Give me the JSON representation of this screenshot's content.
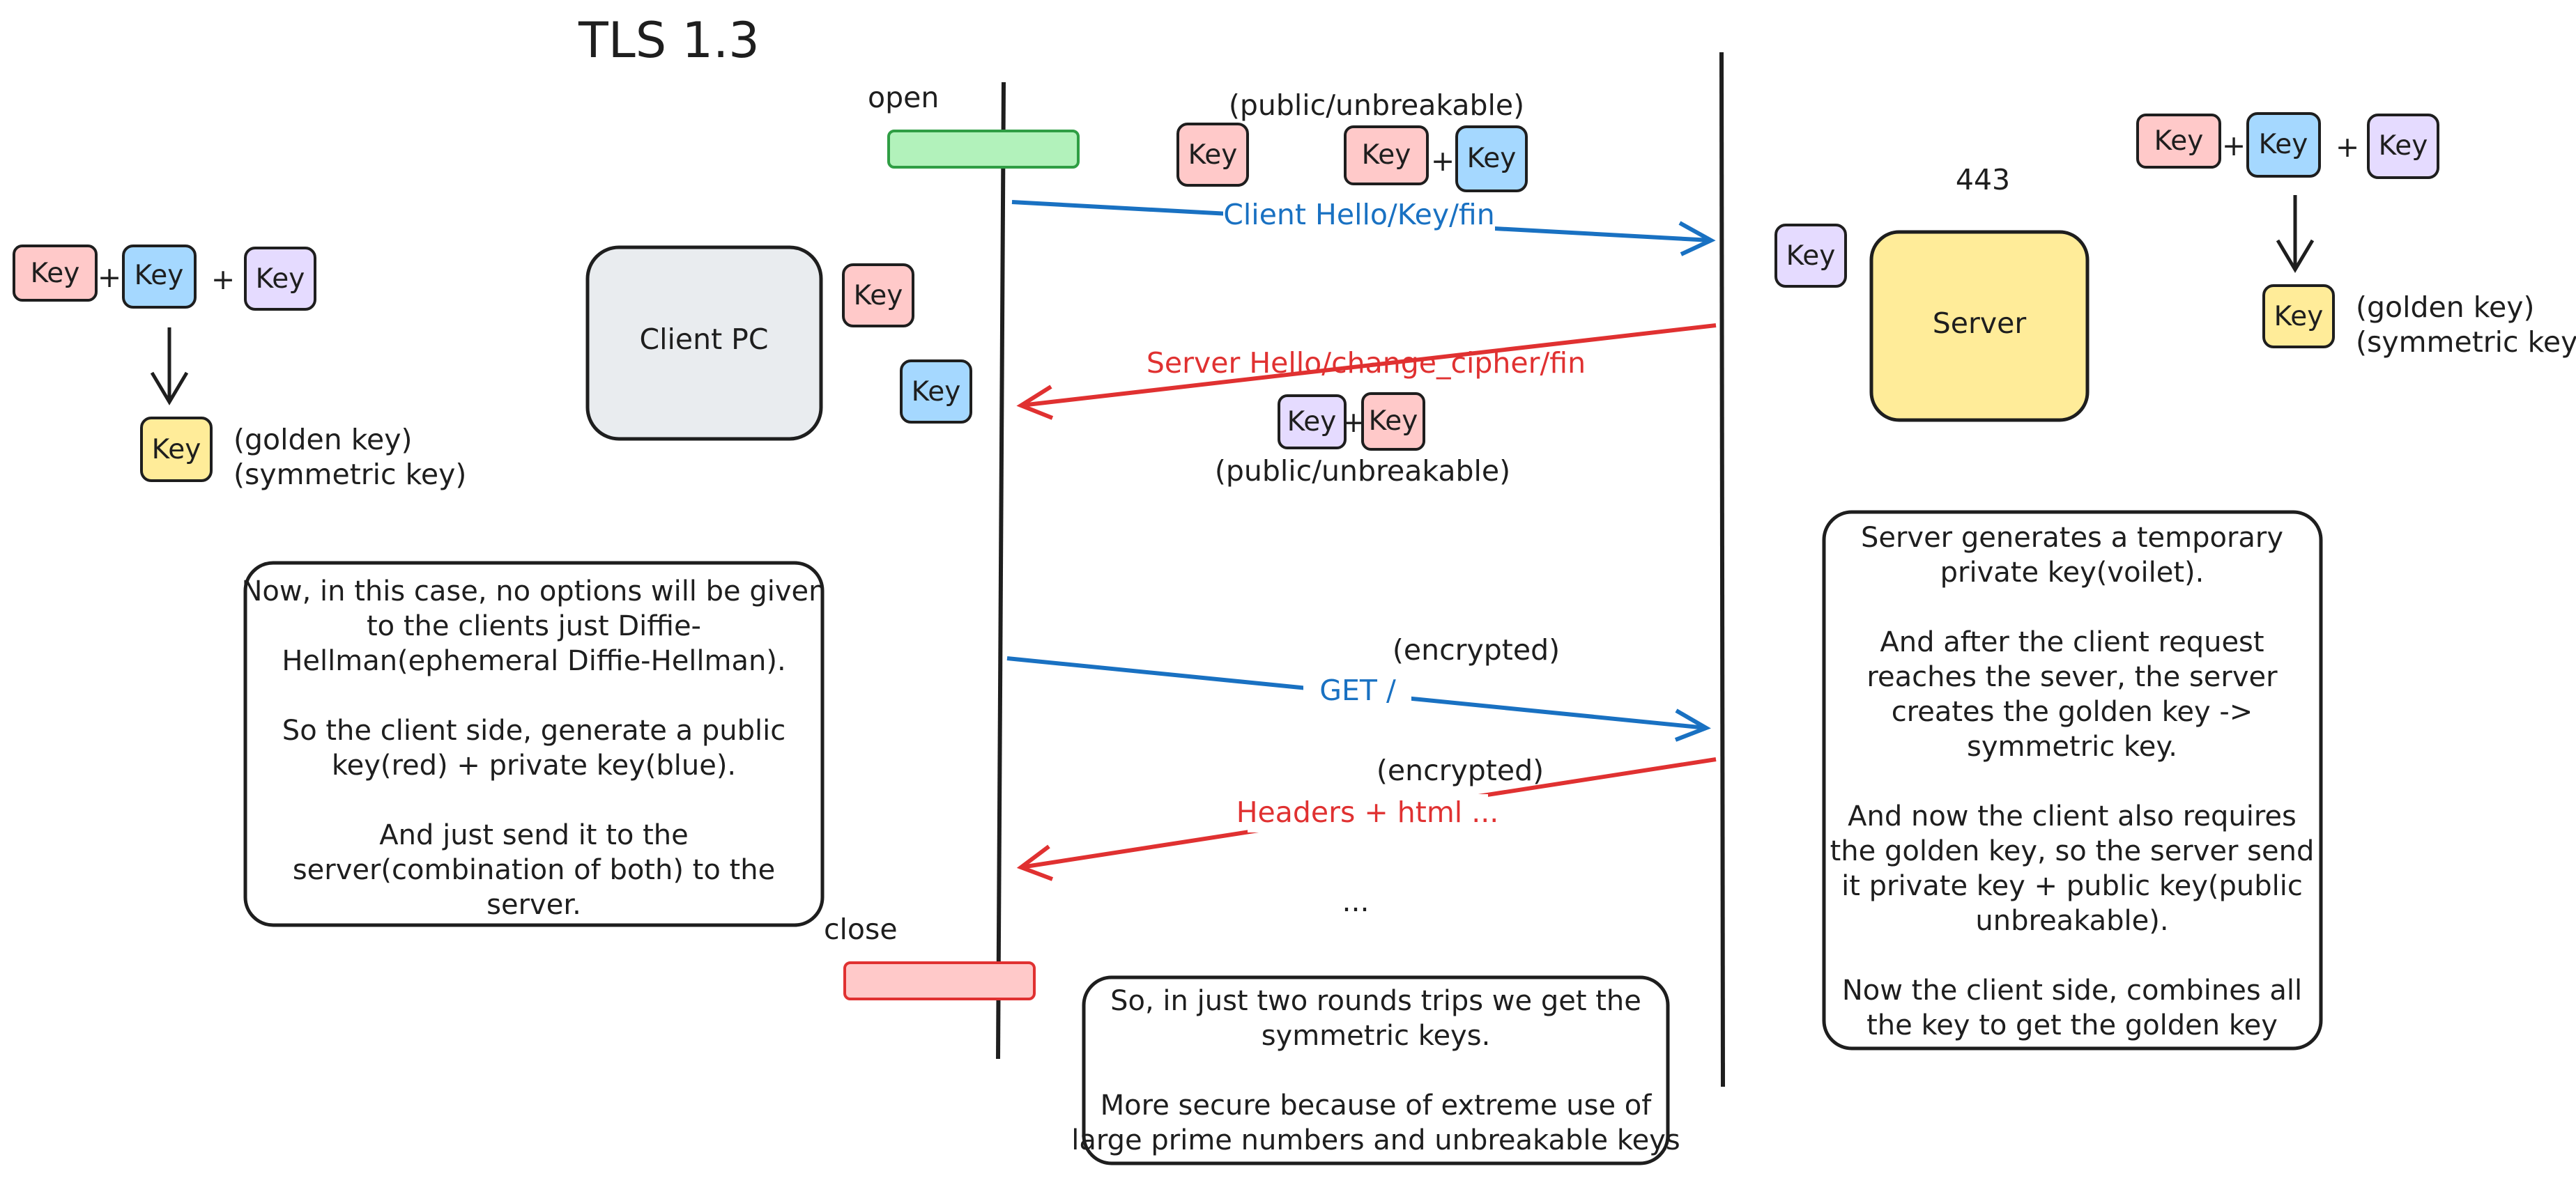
{
  "title": "TLS 1.3",
  "colors": {
    "pink_key": "#ffc9c9",
    "blue_key": "#a5d8ff",
    "violet_key": "#e5dbff",
    "golden_key": "#ffec99",
    "client_box": "#e9ecef",
    "server_box": "#ffec99",
    "open_bar": "#b2f2bb",
    "close_bar": "#ffc9c9",
    "blue_arrow": "#1971c2",
    "red_arrow": "#e03131",
    "ink": "#1e1e1e"
  },
  "key_label": "Key",
  "plus": "+",
  "nodes": {
    "client": "Client PC",
    "server": "Server",
    "port": "443",
    "open": "open",
    "close": "close"
  },
  "key_legend": {
    "golden": "(golden key)",
    "symmetric": "(symmetric key)",
    "public_unbreakable": "(public/unbreakable)"
  },
  "messages": {
    "client_hello": "Client Hello/Key/fin",
    "server_hello": "Server Hello/change_cipher/fin",
    "get": "GET /",
    "get_tag": "(encrypted)",
    "response": "Headers + html ...",
    "response_tag": "(encrypted)",
    "ellipsis": "..."
  },
  "notes": {
    "client_note": [
      "Now, in this case, no options will be given",
      "to the clients just Diffie-",
      "Hellman(ephemeral Diffie-Hellman).",
      "",
      "So the client side, generate a public",
      "key(red) + private key(blue).",
      "",
      "And just send it to the",
      "server(combination of both) to the",
      "server."
    ],
    "server_note": [
      "Server generates a temporary",
      "private key(voilet).",
      "",
      "And after the client request",
      "reaches the sever, the server",
      "creates the golden key ->",
      "symmetric key.",
      "",
      "And now the client also requires",
      "the golden key, so the server send",
      "it private key + public key(public",
      "unbreakable).",
      "",
      "Now the client side, combines all",
      "the key to get the golden key"
    ],
    "summary_note": [
      "So, in just two rounds trips we get the",
      "symmetric keys.",
      "",
      "More secure because of extreme use of",
      "large prime numbers and unbreakable keys"
    ]
  }
}
